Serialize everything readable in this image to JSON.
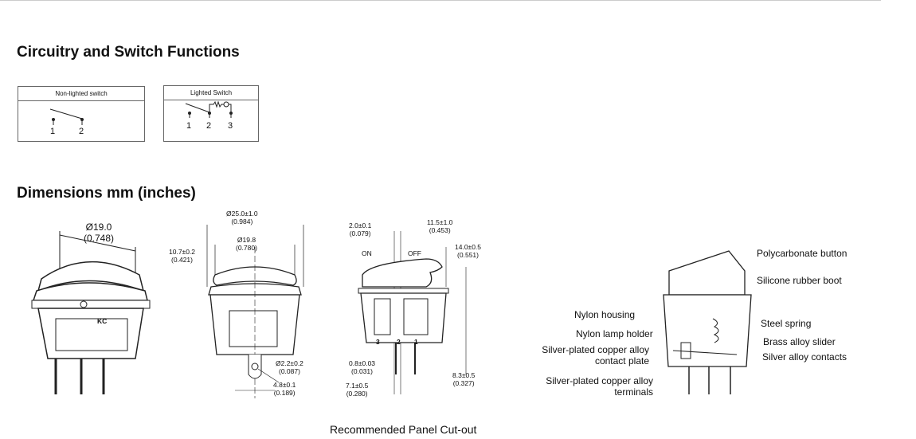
{
  "sections": {
    "circuitry_title": "Circuitry and Switch Functions",
    "dimensions_title": "Dimensions mm (inches)"
  },
  "circuits": {
    "non_lighted": {
      "title": "Non-lighted switch",
      "pins": [
        "1",
        "2"
      ]
    },
    "lighted": {
      "title": "Lighted Switch",
      "pins": [
        "1",
        "2",
        "3"
      ]
    }
  },
  "drawing1": {
    "dia": "Ø19.0",
    "dia_in": "(0.748)",
    "mark": "KC"
  },
  "drawing2": {
    "outer": "Ø25.0±1.0",
    "outer_in": "(0.984)",
    "inner": "Ø19.8",
    "inner_in": "(0.780)",
    "height": "10.7±0.2",
    "height_in": "(0.421)",
    "hole": "Ø2.2±0.2",
    "hole_in": "(0.087)",
    "tab": "4.8±0.1",
    "tab_in": "(0.189)"
  },
  "drawing3": {
    "offset": "2.0±0.1",
    "offset_in": "(0.079)",
    "width": "11.5±1.0",
    "width_in": "(0.453)",
    "rocker": "14.0±0.5",
    "rocker_in": "(0.551)",
    "on": "ON",
    "off": "OFF",
    "pins": [
      "3",
      "2",
      "1"
    ],
    "thick": "0.8±0.03",
    "thick_in": "(0.031)",
    "pitch": "7.1±0.5",
    "pitch_in": "(0.280)",
    "pin_len": "8.3±0.5",
    "pin_len_in": "(0.327)"
  },
  "callouts": {
    "polycarbonate_button": "Polycarbonate button",
    "silicone_boot": "Silicone rubber boot",
    "nylon_housing": "Nylon housing",
    "steel_spring": "Steel spring",
    "nylon_lamp_holder": "Nylon lamp holder",
    "brass_slider": "Brass alloy slider",
    "contact_plate_1": "Silver-plated copper alloy",
    "contact_plate_2": "contact plate",
    "silver_contacts": "Silver alloy contacts",
    "terminals_1": "Silver-plated copper alloy",
    "terminals_2": "terminals"
  },
  "caption": "Recommended Panel Cut-out"
}
